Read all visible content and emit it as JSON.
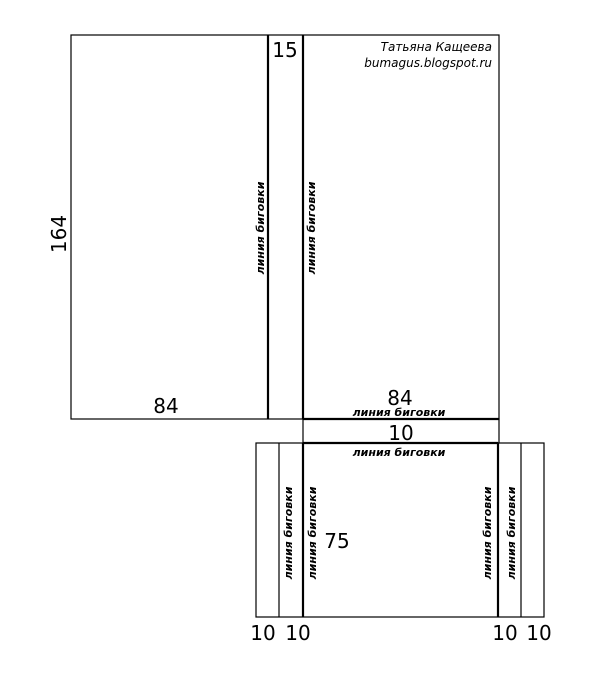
{
  "credit": {
    "author": "Татьяна Кащеева",
    "site": "bumagus.blogspot.ru"
  },
  "dimensions": {
    "height_top": "164",
    "width_left": "84",
    "spine": "15",
    "width_right": "84",
    "flap_top": "10",
    "bottom_height": "75",
    "flap_1": "10",
    "flap_2": "10",
    "flap_3": "10",
    "flap_4": "10"
  },
  "fold_label": "линия биговки"
}
